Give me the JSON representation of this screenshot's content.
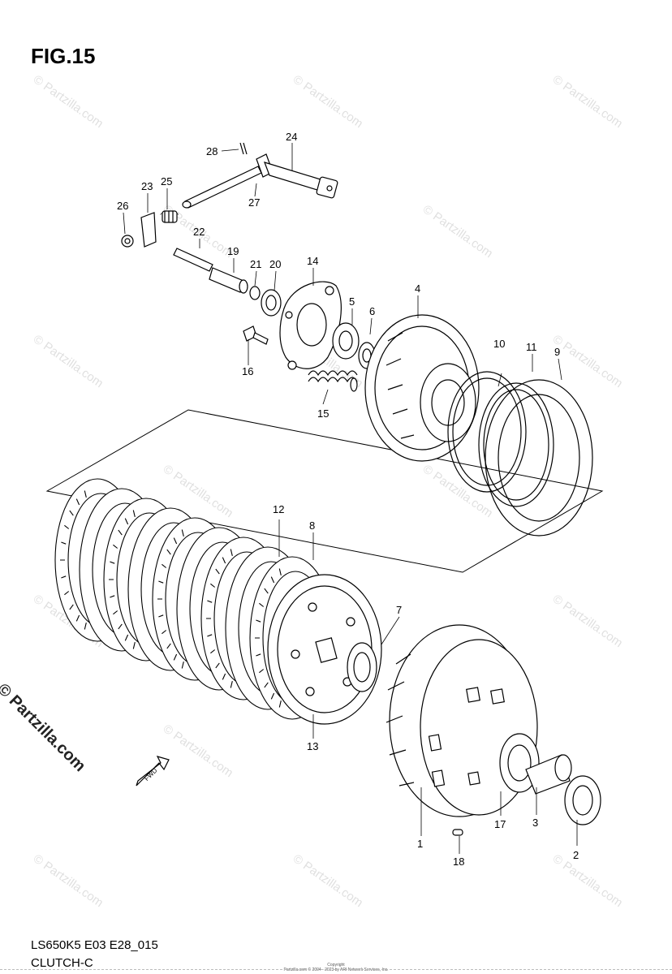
{
  "figure": {
    "title": "FIG.15",
    "model_code": "LS650K5 E03 E28_015",
    "section": "CLUTCH-C"
  },
  "watermarks": {
    "side_text": "© Partzilla.com",
    "tile_text": "© Partzilla.com"
  },
  "fwd_arrow_label": "FWD",
  "copyright": {
    "line1": "Copyright",
    "line2": "Partzilla.com © 2004 - 2023 by ARI Network Services, Inc."
  },
  "callouts": [
    "1",
    "2",
    "3",
    "4",
    "5",
    "6",
    "7",
    "8",
    "9",
    "10",
    "11",
    "12",
    "13",
    "14",
    "15",
    "16",
    "17",
    "18",
    "19",
    "20",
    "21",
    "22",
    "23",
    "24",
    "25",
    "26",
    "27",
    "28"
  ],
  "colors": {
    "line": "#000000",
    "background": "#ffffff",
    "watermark": "#000000"
  }
}
